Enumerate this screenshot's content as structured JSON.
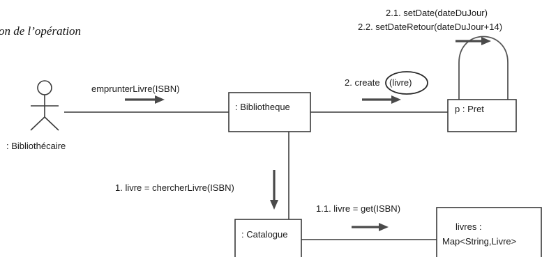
{
  "title": "on de l’opération",
  "actor": {
    "label": ": Bibliothécaire"
  },
  "objects": {
    "bibliotheque": ": Bibliotheque",
    "pret": "p : Pret",
    "catalogue": ": Catalogue",
    "livres_line1": "livres :",
    "livres_line2": "Map<String,Livre>"
  },
  "messages": {
    "emprunter": "emprunterLivre(ISBN)",
    "create_prefix": "2. create",
    "create_arg": "(livre)",
    "set_date": "2.1. setDate(dateDuJour)",
    "set_date_retour": "2.2. setDateRetour(dateDuJour+14)",
    "chercher": "1. livre  = chercherLivre(ISBN)",
    "get": "1.1. livre  = get(ISBN)"
  }
}
